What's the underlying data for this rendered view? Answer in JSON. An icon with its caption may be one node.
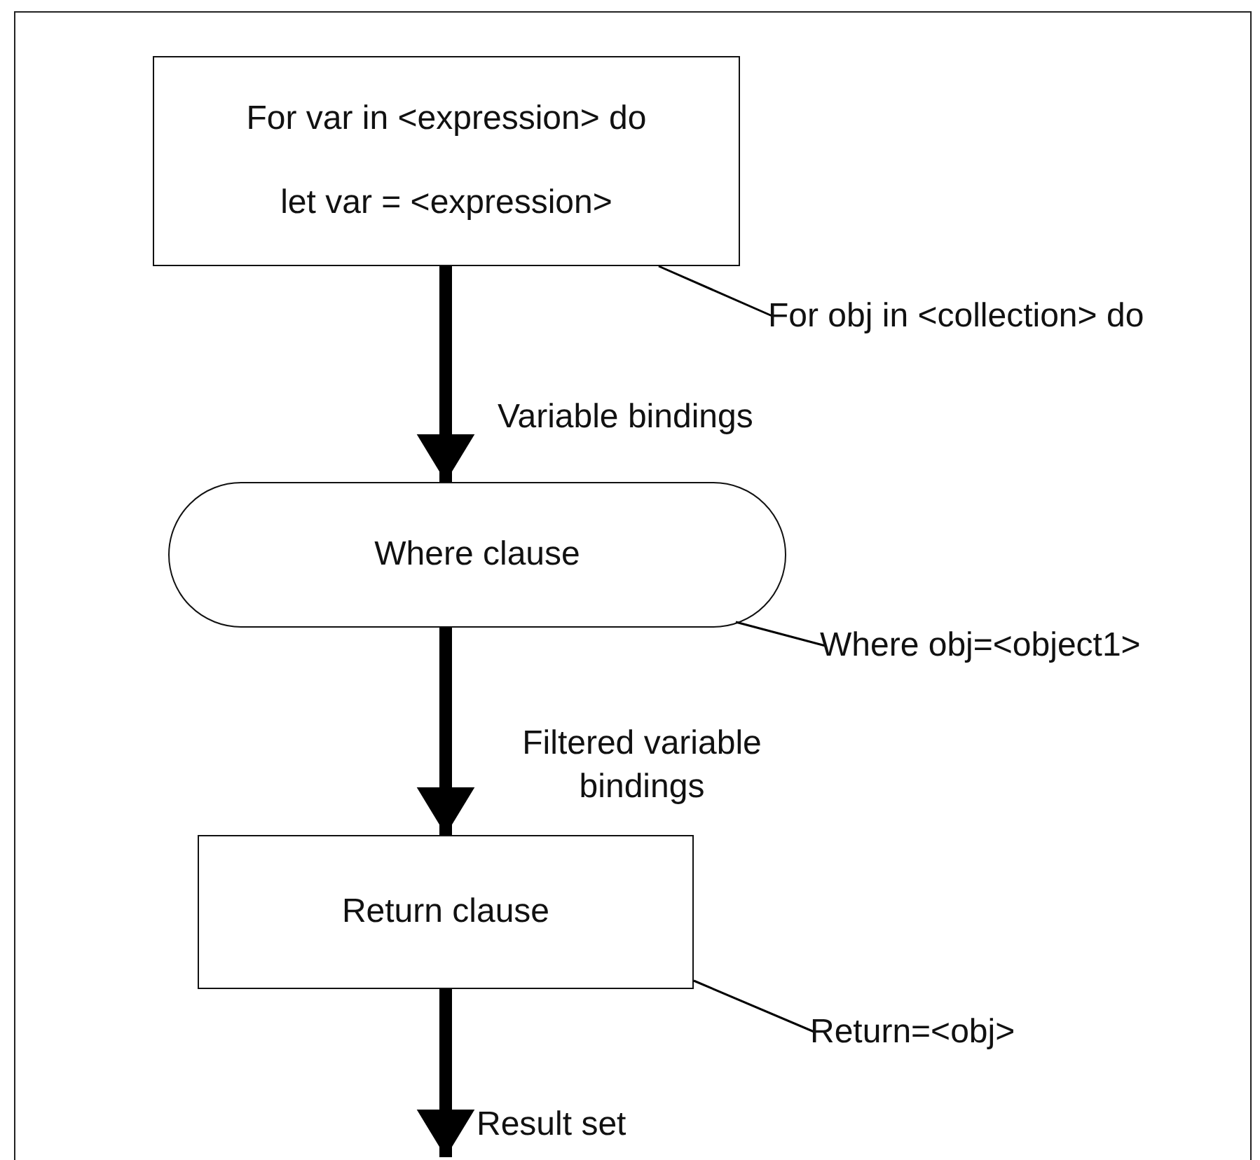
{
  "diagram": {
    "nodes": [
      {
        "text": [
          "For var in <expression> do",
          "let var = <expression>"
        ]
      },
      {
        "text": [
          "Where clause"
        ]
      },
      {
        "text": [
          "Return clause"
        ]
      },
      {
        "text": [
          "For obj in <collection> do"
        ]
      },
      {
        "text": [
          "Where obj=<object1>"
        ]
      },
      {
        "text": [
          "Return=<obj>"
        ]
      }
    ],
    "edges": [
      {
        "from": 0,
        "to": 1,
        "arrow": "to",
        "label": "Variable bindings",
        "style": "thick"
      },
      {
        "from": 1,
        "to": 2,
        "arrow": "to",
        "label": "Filtered variable bindings",
        "style": "thick"
      },
      {
        "from": 2,
        "to": null,
        "arrow": "to",
        "label": "Result set",
        "style": "thick"
      },
      {
        "from": 3,
        "to": 0,
        "arrow": "none"
      },
      {
        "from": 4,
        "to": 1,
        "arrow": "none"
      },
      {
        "from": 5,
        "to": 2,
        "arrow": "none"
      }
    ]
  }
}
